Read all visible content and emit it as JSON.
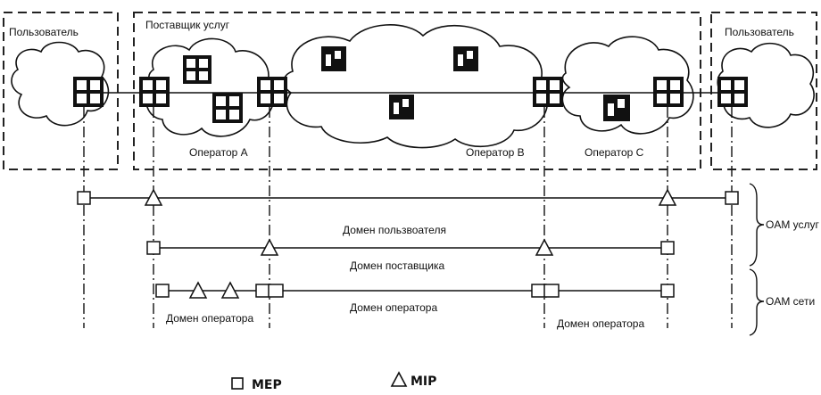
{
  "labels": {
    "user_left": "Пользователь",
    "provider": "Поставщик услуг",
    "user_right": "Пользователь",
    "operator_a": "Оператор A",
    "operator_b": "Оператор B",
    "operator_c": "Оператор C",
    "domain_user": "Домен пользвоателя",
    "domain_provider": "Домен поставщика",
    "domain_operator_left": "Домен оператора",
    "domain_operator_mid": "Домен оператора",
    "domain_operator_right": "Домен оператора",
    "oam_service": "OAM услуг",
    "oam_network": "OAM сети"
  },
  "legend": {
    "mep": "MEP",
    "mip": "MIP"
  },
  "colors": {
    "line": "#111111",
    "dashed_box": "#222222",
    "background": "#ffffff"
  }
}
